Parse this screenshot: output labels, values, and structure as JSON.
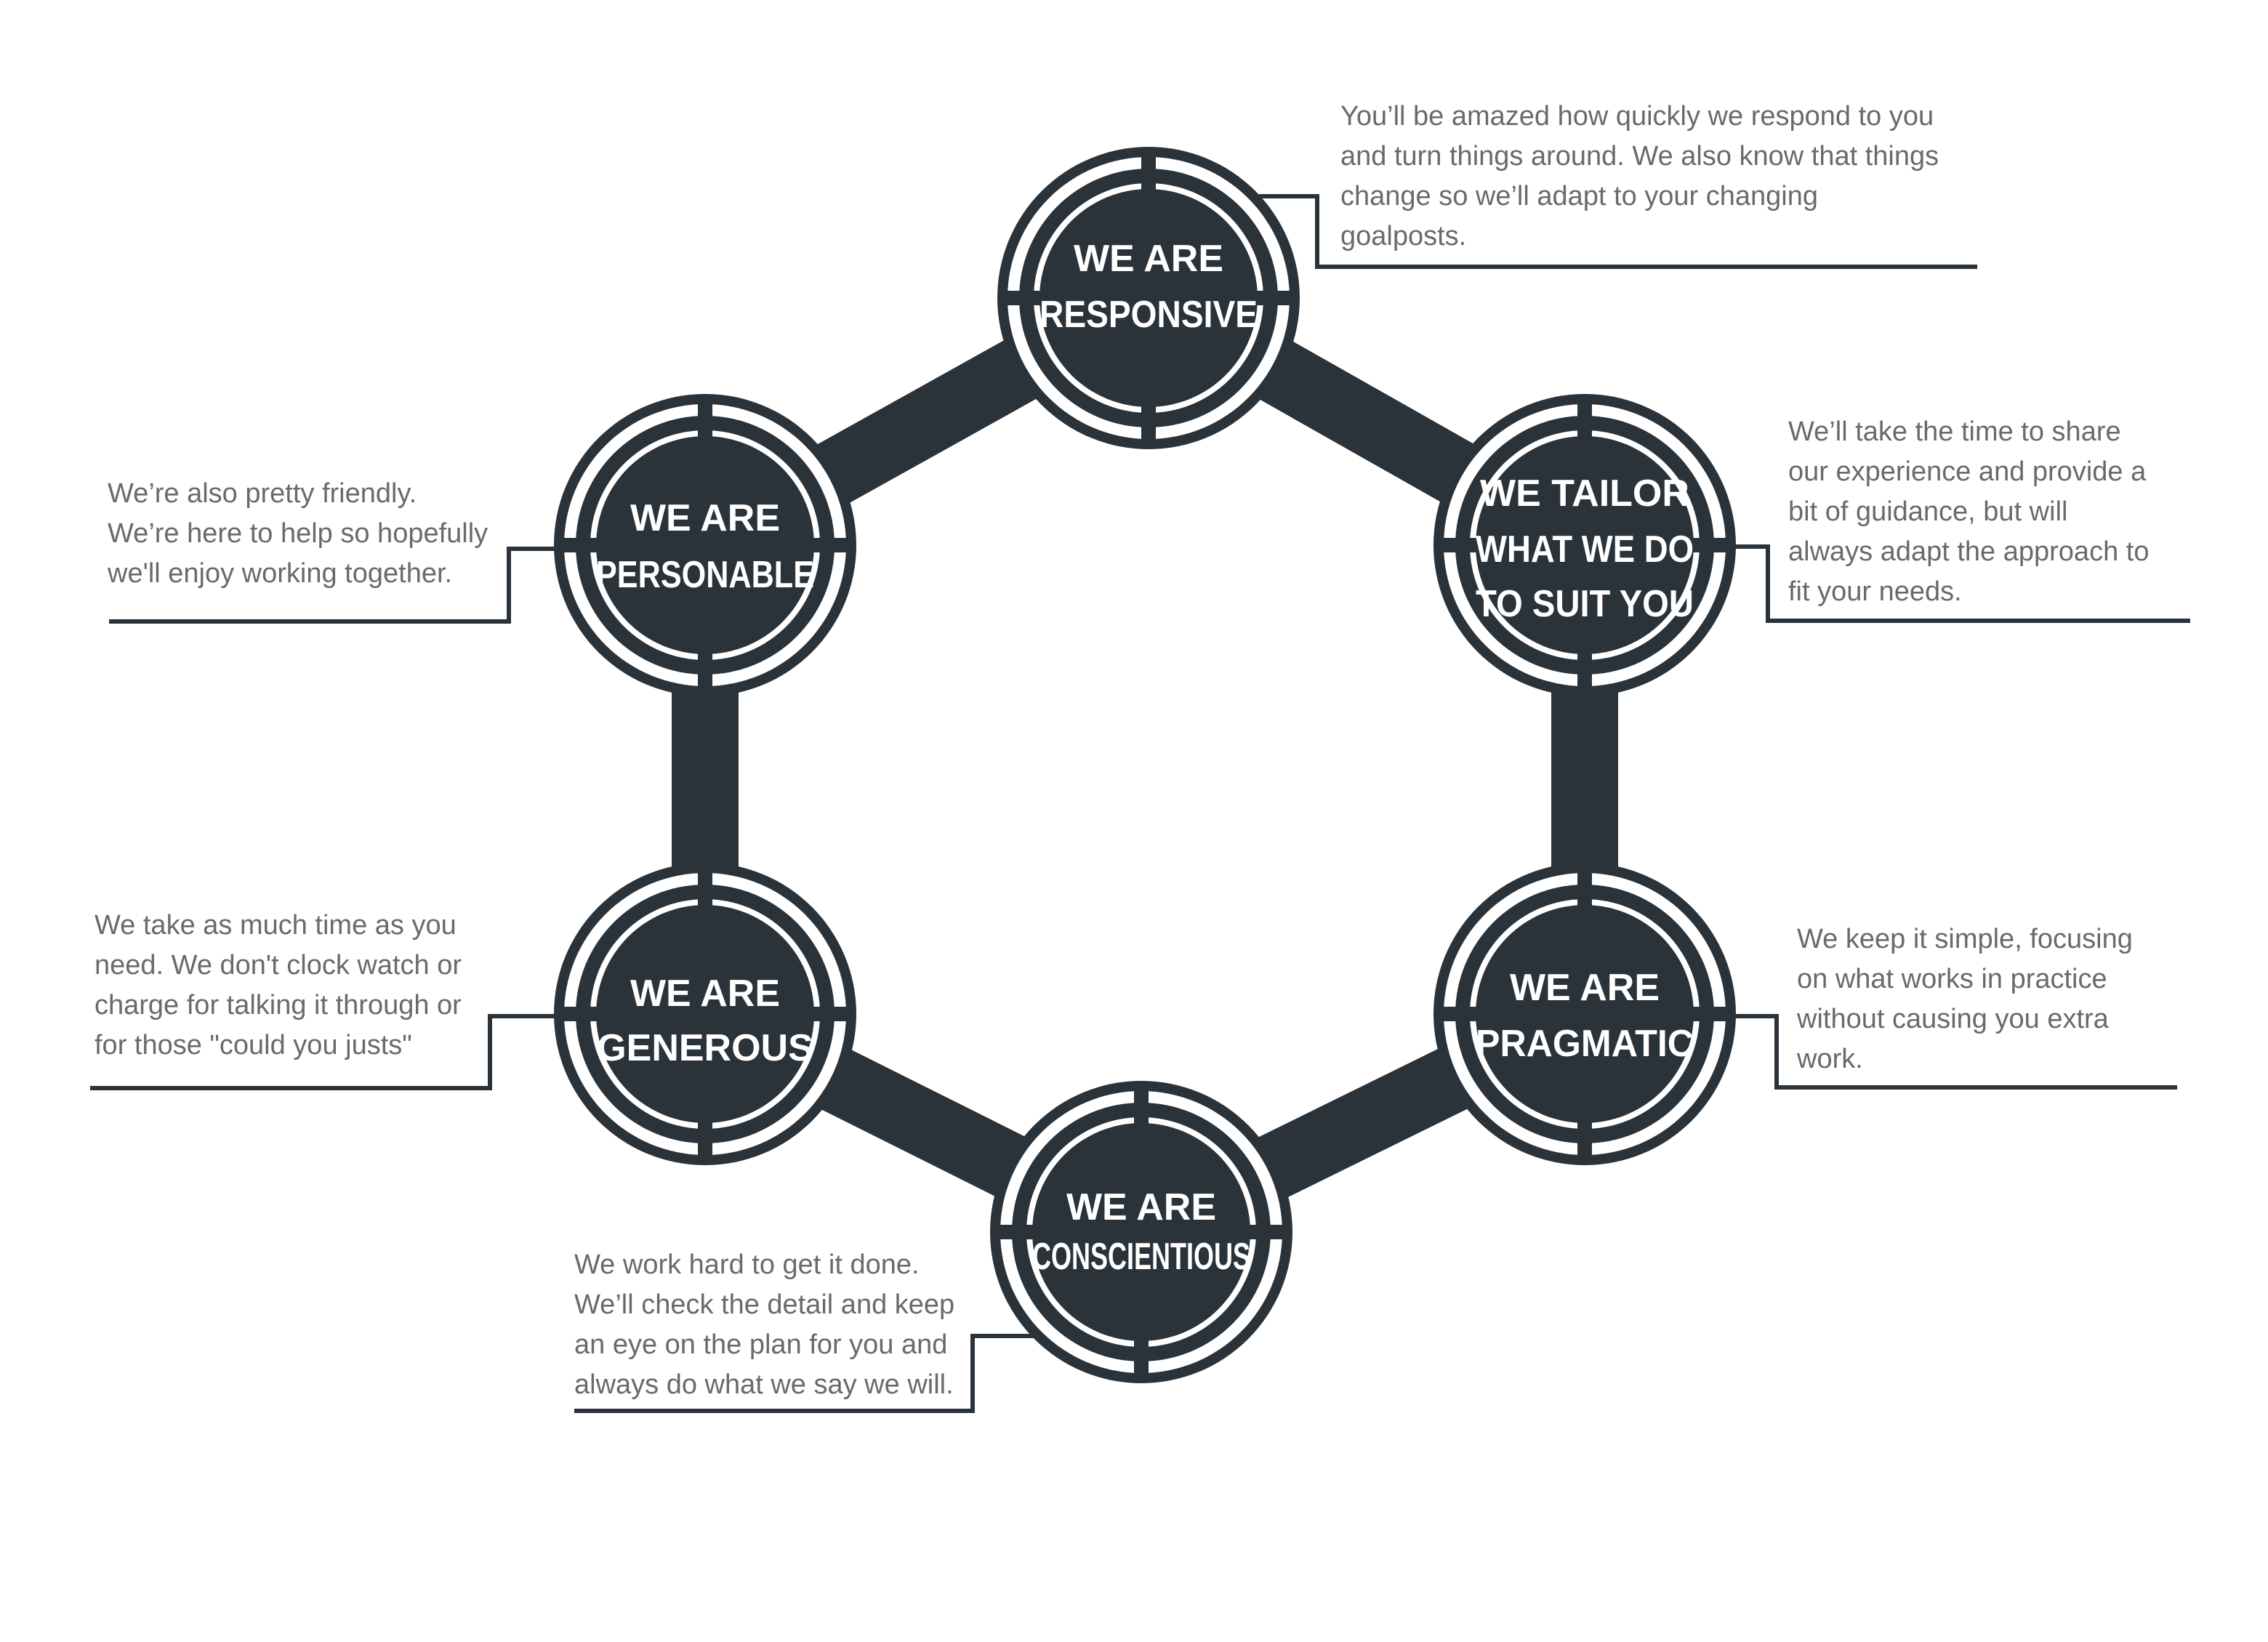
{
  "colors": {
    "dark": "#2a323a",
    "text": "#6a6a6a",
    "background": "#ffffff"
  },
  "nodes": [
    {
      "id": "responsive",
      "lines": [
        "WE ARE",
        "RESPONSIVE"
      ],
      "description": [
        "You’ll be amazed how quickly we respond to you",
        "and turn things around. We also know that things",
        "change so we’ll adapt to your changing",
        "goalposts."
      ]
    },
    {
      "id": "tailor",
      "lines": [
        "WE TAILOR",
        "WHAT WE DO",
        "TO SUIT YOU"
      ],
      "description": [
        "We’ll take the time to share",
        "our experience and provide a",
        "bit of guidance, but will",
        "always adapt the approach to",
        "fit your needs."
      ]
    },
    {
      "id": "pragmatic",
      "lines": [
        "WE ARE",
        "PRAGMATIC"
      ],
      "description": [
        "We keep it simple, focusing",
        "on what works in practice",
        "without causing you extra",
        "work."
      ]
    },
    {
      "id": "conscientious",
      "lines": [
        "WE ARE",
        "CONSCIENTIOUS"
      ],
      "description": [
        "We work hard to get it done.",
        "We’ll check the detail and keep",
        "an eye on the plan for you and",
        "always do what we say we will."
      ]
    },
    {
      "id": "generous",
      "lines": [
        "WE ARE",
        "GENEROUS"
      ],
      "description": [
        "We take as much time as you",
        "need. We don't clock watch or",
        "charge for talking it through or",
        "for those \"could you justs\""
      ]
    },
    {
      "id": "personable",
      "lines": [
        "WE ARE",
        "PERSONABLE"
      ],
      "description": [
        "We’re also pretty friendly.",
        "We’re here to help so hopefully",
        "we'll enjoy working together."
      ]
    }
  ]
}
